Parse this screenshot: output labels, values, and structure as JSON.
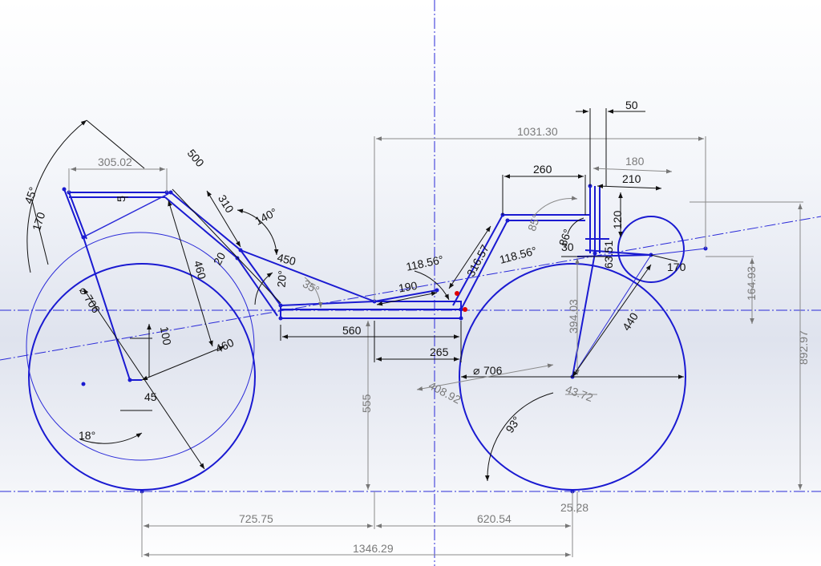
{
  "dimensions": {
    "d_305_02": "305.02",
    "d_500": "500",
    "d_45deg": "45°",
    "d_170_left": "170",
    "d_5": "5",
    "d_310": "310",
    "d_140deg": "140°",
    "d_20_left": "20",
    "d_460_a": "460",
    "d_450": "450",
    "d_20deg": "20°",
    "d_35deg": "35°",
    "d_706_rear": "706",
    "d_100": "100",
    "d_460_b": "460",
    "d_45": "45",
    "d_18deg": "18°",
    "d_560": "560",
    "d_265": "265",
    "d_555": "555",
    "d_190": "190",
    "d_118_56_a": "118.56°",
    "d_316_57": "316.57",
    "d_118_56_b": "118.56°",
    "d_1031_30": "1031.30",
    "d_260": "260",
    "d_50": "50",
    "d_180": "180",
    "d_210": "210",
    "d_85deg": "85°",
    "d_86deg": "86°",
    "d_30": "30",
    "d_120": "120",
    "d_63_51": "63.51",
    "d_170_right": "170",
    "d_164_93": "164.93",
    "d_394_03": "394.03",
    "d_440": "440",
    "d_706_front": "706",
    "d_408_92": "408.92",
    "d_43_72": "43.72",
    "d_93deg": "93°",
    "d_892_97": "892.97",
    "d_725_75": "725.75",
    "d_620_54": "620.54",
    "d_25_28": "25.28",
    "d_1346_29": "1346.29"
  },
  "symbols": {
    "diameter": "⌀"
  }
}
